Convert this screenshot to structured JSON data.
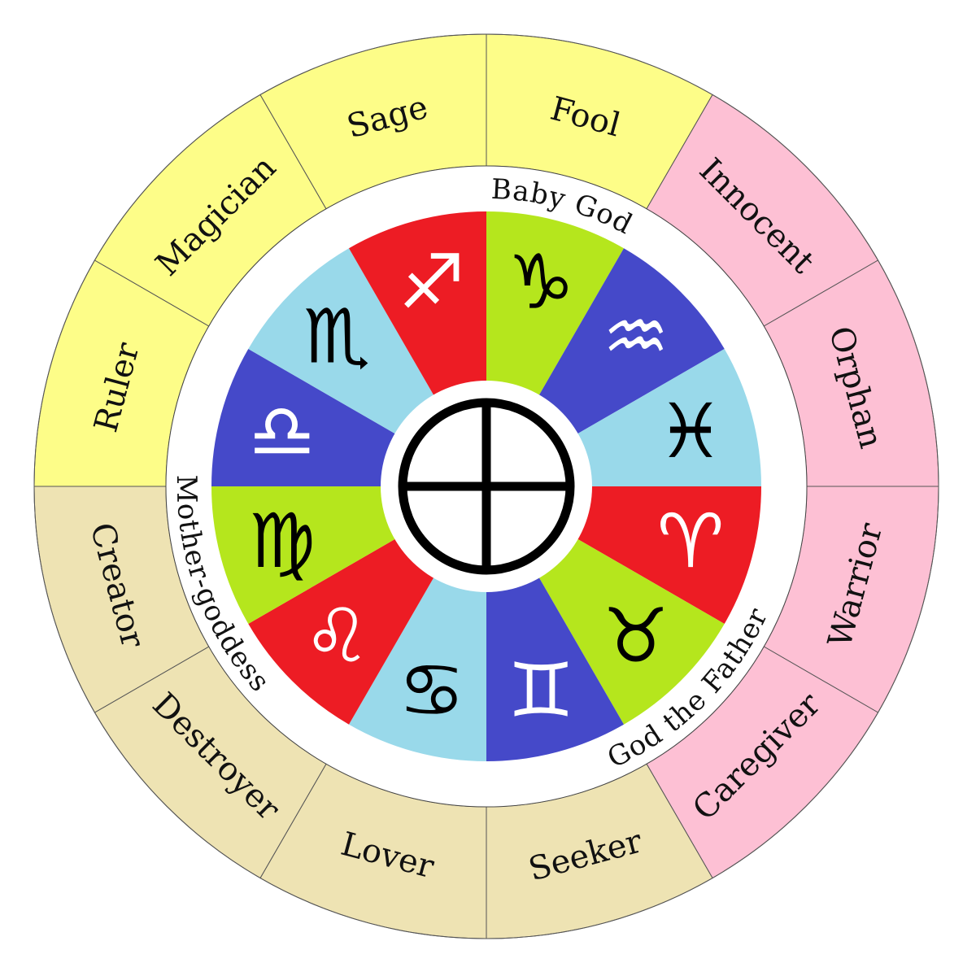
{
  "outer_ring": [
    {
      "label": "Fool",
      "color": "#fdfd88"
    },
    {
      "label": "Innocent",
      "color": "#fdc0d4"
    },
    {
      "label": "Orphan",
      "color": "#fdc0d4"
    },
    {
      "label": "Warrior",
      "color": "#fdc0d4"
    },
    {
      "label": "Caregiver",
      "color": "#fdc0d4"
    },
    {
      "label": "Seeker",
      "color": "#eee3b3"
    },
    {
      "label": "Lover",
      "color": "#eee3b3"
    },
    {
      "label": "Destroyer",
      "color": "#eee3b3"
    },
    {
      "label": "Creator",
      "color": "#eee3b3"
    },
    {
      "label": "Ruler",
      "color": "#fdfd88"
    },
    {
      "label": "Magician",
      "color": "#fdfd88"
    },
    {
      "label": "Sage",
      "color": "#fdfd88"
    }
  ],
  "ring_labels": {
    "top": "Baby God",
    "right": "God the Father",
    "left": "Mother-goddess"
  },
  "zodiac": [
    {
      "sign": "capricorn",
      "symbol": "♑︎",
      "color": "#b5e61d",
      "ink": "#000000"
    },
    {
      "sign": "aquarius",
      "symbol": "♒︎",
      "color": "#4549c9",
      "ink": "#ffffff"
    },
    {
      "sign": "pisces",
      "symbol": "♓︎",
      "color": "#99d9ea",
      "ink": "#000000"
    },
    {
      "sign": "aries",
      "symbol": "♈︎",
      "color": "#ed1c24",
      "ink": "#ffffff"
    },
    {
      "sign": "taurus",
      "symbol": "♉︎",
      "color": "#b5e61d",
      "ink": "#000000"
    },
    {
      "sign": "gemini",
      "symbol": "♊︎",
      "color": "#4549c9",
      "ink": "#ffffff"
    },
    {
      "sign": "cancer",
      "symbol": "♋︎",
      "color": "#99d9ea",
      "ink": "#000000"
    },
    {
      "sign": "leo",
      "symbol": "♌︎",
      "color": "#ed1c24",
      "ink": "#ffffff"
    },
    {
      "sign": "virgo",
      "symbol": "♍︎",
      "color": "#b5e61d",
      "ink": "#000000"
    },
    {
      "sign": "libra",
      "symbol": "♎︎",
      "color": "#4549c9",
      "ink": "#ffffff"
    },
    {
      "sign": "scorpio",
      "symbol": "♏︎",
      "color": "#99d9ea",
      "ink": "#000000"
    },
    {
      "sign": "sagittarius",
      "symbol": "♐︎",
      "color": "#ed1c24",
      "ink": "#ffffff"
    }
  ],
  "center_symbol": "sun-cross-icon"
}
